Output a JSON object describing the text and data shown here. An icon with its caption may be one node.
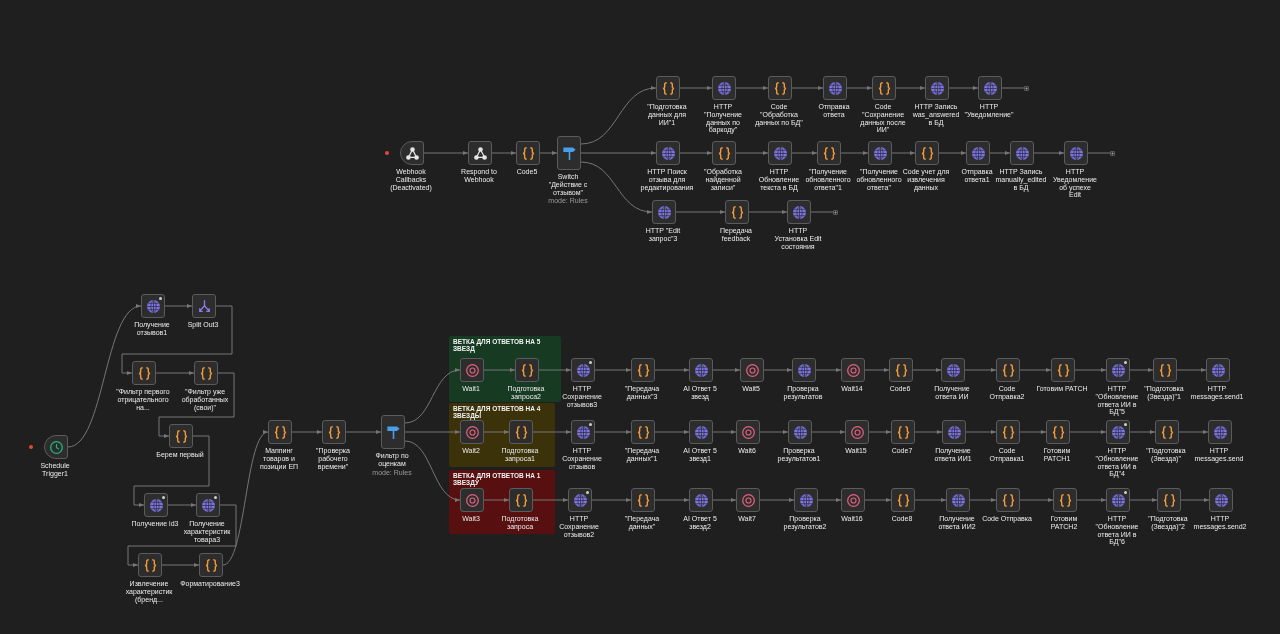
{
  "diagram": {
    "nodes": [
      {
        "text": [
          "Webhook Callbacks (Deactivated)"
        ]
      },
      {
        "text": [
          "Respond to Webhook"
        ]
      },
      {
        "text": [
          "Code5"
        ]
      },
      {
        "text": [
          "Switch \"Действие с отзывом\"",
          "mode: Rules"
        ]
      },
      {
        "text": [
          "\"Подготовка данных для ИИ\"1"
        ]
      },
      {
        "text": [
          "HTTP \"Получение данных по баркоду\""
        ]
      },
      {
        "text": [
          "Code \"Обработка данных по БД\""
        ]
      },
      {
        "text": [
          "Отправка ответа"
        ]
      },
      {
        "text": [
          "Code \"Сохранение данных после ИИ\""
        ]
      },
      {
        "text": [
          "HTTP Запись was_answered в БД"
        ]
      },
      {
        "text": [
          "HTTP \"Уведомление\""
        ]
      },
      {
        "text": [
          "HTTP Поиск отзыва для редактирования"
        ]
      },
      {
        "text": [
          "\"Обработка найденной записи\""
        ]
      },
      {
        "text": [
          "HTTP Обновление текста в БД"
        ]
      },
      {
        "text": [
          "\"Получение обновленного ответа\"1"
        ]
      },
      {
        "text": [
          "\"Получение обновленного ответа\""
        ]
      },
      {
        "text": [
          "Code учет для извлечения данных"
        ]
      },
      {
        "text": [
          "Отправка ответа1"
        ]
      },
      {
        "text": [
          "HTTP Запись manually_edited в БД"
        ]
      },
      {
        "text": [
          "HTTP Уведомление об успехе Edit"
        ]
      },
      {
        "text": [
          "HTTP \"Edit запрос\"3"
        ]
      },
      {
        "text": [
          "Передача feedback"
        ]
      },
      {
        "text": [
          "HTTP Установка Edit состояния"
        ]
      },
      {
        "text": [
          "Schedule Trigger1"
        ]
      },
      {
        "text": [
          "Получение отзывов1"
        ]
      },
      {
        "text": [
          "Split Out3"
        ]
      },
      {
        "text": [
          "\"Фильтр первого отрицательного на..."
        ]
      },
      {
        "text": [
          "\"Фильтр уже обработанных (свои)\""
        ]
      },
      {
        "text": [
          "Берем первый"
        ]
      },
      {
        "text": [
          "Получение id3"
        ]
      },
      {
        "text": [
          "Получение характеристик товара3"
        ]
      },
      {
        "text": [
          "Извлечение характеристик (бренд..."
        ]
      },
      {
        "text": [
          "Форматирование3"
        ]
      },
      {
        "text": [
          "Маппинг товаров и позиции ЕП"
        ]
      },
      {
        "text": [
          "\"Проверка рабочего времени\""
        ]
      },
      {
        "text": [
          "Фильтр по оценкам",
          "mode: Rules"
        ]
      },
      {
        "text": [
          "ВЕТКА ДЛЯ ОТВЕТОВ НА 5 ЗВЕЗД"
        ]
      },
      {
        "text": [
          "Wait1"
        ],
        "in": 36
      },
      {
        "text": [
          "Подготовка запроса2"
        ],
        "in": 36
      },
      {
        "text": [
          "ВЕТКА ДЛЯ ОТВЕТОВ НА 4 ЗВЕЗДЫ"
        ]
      },
      {
        "text": [
          "Wait2"
        ],
        "in": 39
      },
      {
        "text": [
          "Подготовка запроса1"
        ],
        "in": 39
      },
      {
        "text": [
          "ВЕТКА ДЛЯ ОТВЕТОВ НА 1 ЗВЕЗДУ"
        ]
      },
      {
        "text": [
          "Wait3"
        ],
        "in": 42
      },
      {
        "text": [
          "Подготовка запроса"
        ],
        "in": 42
      },
      {
        "text": [
          "HTTP Сохранение отзывов3"
        ]
      },
      {
        "text": [
          "\"Передача данных\"3"
        ]
      },
      {
        "text": [
          "AI Ответ 5 звезд"
        ]
      },
      {
        "text": [
          "Wait5"
        ]
      },
      {
        "text": [
          "Проверка результатов"
        ]
      },
      {
        "text": [
          "Wait14"
        ]
      },
      {
        "text": [
          "Code6"
        ]
      },
      {
        "text": [
          "Получение ответа ИИ"
        ]
      },
      {
        "text": [
          "Code Отправка2"
        ]
      },
      {
        "text": [
          "Готовим PATCH"
        ]
      },
      {
        "text": [
          "HTTP \"Обновление ответа ИИ в БД\"5"
        ]
      },
      {
        "text": [
          "\"Подготовка (Звезда)\"1"
        ]
      },
      {
        "text": [
          "HTTP messages.send1"
        ]
      },
      {
        "text": [
          "HTTP Сохранение отзывов"
        ]
      },
      {
        "text": [
          "\"Передача данных\"1"
        ]
      },
      {
        "text": [
          "AI Ответ 5 звезд1"
        ]
      },
      {
        "text": [
          "Wait6"
        ]
      },
      {
        "text": [
          "Проверка результатов1"
        ]
      },
      {
        "text": [
          "Wait15"
        ]
      },
      {
        "text": [
          "Code7"
        ]
      },
      {
        "text": [
          "Получение ответа ИИ1"
        ]
      },
      {
        "text": [
          "Code Отправка1"
        ]
      },
      {
        "text": [
          "Готовим PATCH1"
        ]
      },
      {
        "text": [
          "HTTP \"Обновление ответа ИИ в БД\"4"
        ]
      },
      {
        "text": [
          "\"Подготовка (Звезда)\""
        ]
      },
      {
        "text": [
          "HTTP messages.send"
        ]
      },
      {
        "text": [
          "HTTP Сохранение отзывов2"
        ]
      },
      {
        "text": [
          "\"Передача данных\""
        ]
      },
      {
        "text": [
          "AI Ответ 5 звезд2"
        ]
      },
      {
        "text": [
          "Wait7"
        ]
      },
      {
        "text": [
          "Проверка результатов2"
        ]
      },
      {
        "text": [
          "Wait16"
        ]
      },
      {
        "text": [
          "Code8"
        ]
      },
      {
        "text": [
          "Получение ответа ИИ2"
        ]
      },
      {
        "text": [
          "Code Отправка"
        ]
      },
      {
        "text": [
          "Готовим PATCH2"
        ]
      },
      {
        "text": [
          "HTTP \"Обновление ответа ИИ в БД\"6"
        ]
      },
      {
        "text": [
          "\"Подготовка (Звезда)\"2"
        ]
      },
      {
        "text": [
          "HTTP messages.send2"
        ]
      }
    ],
    "edges": [
      {
        "from": 0,
        "to": 1,
        "arrow": "to"
      },
      {
        "from": 1,
        "to": 2,
        "arrow": "to"
      },
      {
        "from": 2,
        "to": 3,
        "arrow": "to"
      },
      {
        "from": 3,
        "to": 4,
        "arrow": "to"
      },
      {
        "from": 3,
        "to": 11,
        "arrow": "to"
      },
      {
        "from": 3,
        "to": 20,
        "arrow": "to"
      },
      {
        "from": 4,
        "to": 5,
        "arrow": "to"
      },
      {
        "from": 5,
        "to": 6,
        "arrow": "to"
      },
      {
        "from": 6,
        "to": 7,
        "arrow": "to"
      },
      {
        "from": 7,
        "to": 8,
        "arrow": "to"
      },
      {
        "from": 8,
        "to": 9,
        "arrow": "to"
      },
      {
        "from": 9,
        "to": 10,
        "arrow": "to"
      },
      {
        "from": 10,
        "to": null,
        "arrow": "none"
      },
      {
        "from": 11,
        "to": 12,
        "arrow": "to"
      },
      {
        "from": 12,
        "to": 13,
        "arrow": "to"
      },
      {
        "from": 13,
        "to": 14,
        "arrow": "to"
      },
      {
        "from": 14,
        "to": 15,
        "arrow": "to"
      },
      {
        "from": 15,
        "to": 16,
        "arrow": "to"
      },
      {
        "from": 16,
        "to": 17,
        "arrow": "to"
      },
      {
        "from": 17,
        "to": 18,
        "arrow": "to"
      },
      {
        "from": 18,
        "to": 19,
        "arrow": "to"
      },
      {
        "from": 19,
        "to": null,
        "arrow": "none"
      },
      {
        "from": 20,
        "to": 21,
        "arrow": "to"
      },
      {
        "from": 21,
        "to": 22,
        "arrow": "to"
      },
      {
        "from": 22,
        "to": null,
        "arrow": "none"
      },
      {
        "from": 23,
        "to": 24,
        "arrow": "to"
      },
      {
        "from": 24,
        "to": 25,
        "arrow": "to"
      },
      {
        "from": 25,
        "to": 26,
        "arrow": "to"
      },
      {
        "from": 26,
        "to": 27,
        "arrow": "to"
      },
      {
        "from": 27,
        "to": 28,
        "arrow": "to"
      },
      {
        "from": 28,
        "to": 29,
        "arrow": "to"
      },
      {
        "from": 29,
        "to": 30,
        "arrow": "to"
      },
      {
        "from": 30,
        "to": 31,
        "arrow": "to"
      },
      {
        "from": 31,
        "to": 32,
        "arrow": "to"
      },
      {
        "from": 32,
        "to": 33,
        "arrow": "to"
      },
      {
        "from": 33,
        "to": 34,
        "arrow": "to"
      },
      {
        "from": 34,
        "to": 35,
        "arrow": "to"
      },
      {
        "from": 35,
        "to": 37,
        "arrow": "to"
      },
      {
        "from": 35,
        "to": 40,
        "arrow": "to"
      },
      {
        "from": 35,
        "to": 43,
        "arrow": "to"
      },
      {
        "from": 37,
        "to": 38,
        "arrow": "to"
      },
      {
        "from": 40,
        "to": 41,
        "arrow": "to"
      },
      {
        "from": 43,
        "to": 44,
        "arrow": "to"
      },
      {
        "from": 38,
        "to": 45,
        "arrow": "to"
      },
      {
        "from": 41,
        "to": 58,
        "arrow": "to"
      },
      {
        "from": 44,
        "to": 71,
        "arrow": "to"
      },
      {
        "from": 45,
        "to": 46,
        "arrow": "to"
      },
      {
        "from": 46,
        "to": 47,
        "arrow": "to"
      },
      {
        "from": 47,
        "to": 48,
        "arrow": "to"
      },
      {
        "from": 48,
        "to": 49,
        "arrow": "to"
      },
      {
        "from": 49,
        "to": 50,
        "arrow": "to"
      },
      {
        "from": 50,
        "to": 51,
        "arrow": "to"
      },
      {
        "from": 51,
        "to": 52,
        "arrow": "to"
      },
      {
        "from": 52,
        "to": 53,
        "arrow": "to"
      },
      {
        "from": 53,
        "to": 54,
        "arrow": "to"
      },
      {
        "from": 54,
        "to": 55,
        "arrow": "to"
      },
      {
        "from": 55,
        "to": 56,
        "arrow": "to"
      },
      {
        "from": 56,
        "to": 57,
        "arrow": "to"
      },
      {
        "from": 58,
        "to": 59,
        "arrow": "to"
      },
      {
        "from": 59,
        "to": 60,
        "arrow": "to"
      },
      {
        "from": 60,
        "to": 61,
        "arrow": "to"
      },
      {
        "from": 61,
        "to": 62,
        "arrow": "to"
      },
      {
        "from": 62,
        "to": 63,
        "arrow": "to"
      },
      {
        "from": 63,
        "to": 64,
        "arrow": "to"
      },
      {
        "from": 64,
        "to": 65,
        "arrow": "to"
      },
      {
        "from": 65,
        "to": 66,
        "arrow": "to"
      },
      {
        "from": 66,
        "to": 67,
        "arrow": "to"
      },
      {
        "from": 67,
        "to": 68,
        "arrow": "to"
      },
      {
        "from": 68,
        "to": 69,
        "arrow": "to"
      },
      {
        "from": 69,
        "to": 70,
        "arrow": "to"
      },
      {
        "from": 71,
        "to": 72,
        "arrow": "to"
      },
      {
        "from": 72,
        "to": 73,
        "arrow": "to"
      },
      {
        "from": 73,
        "to": 74,
        "arrow": "to"
      },
      {
        "from": 74,
        "to": 75,
        "arrow": "to"
      },
      {
        "from": 75,
        "to": 76,
        "arrow": "to"
      },
      {
        "from": 76,
        "to": 77,
        "arrow": "to"
      },
      {
        "from": 77,
        "to": 78,
        "arrow": "to"
      },
      {
        "from": 78,
        "to": 79,
        "arrow": "to"
      },
      {
        "from": 79,
        "to": 80,
        "arrow": "to"
      },
      {
        "from": 80,
        "to": 81,
        "arrow": "to"
      },
      {
        "from": 81,
        "to": 82,
        "arrow": "to"
      },
      {
        "from": 82,
        "to": 83,
        "arrow": "to"
      }
    ]
  }
}
